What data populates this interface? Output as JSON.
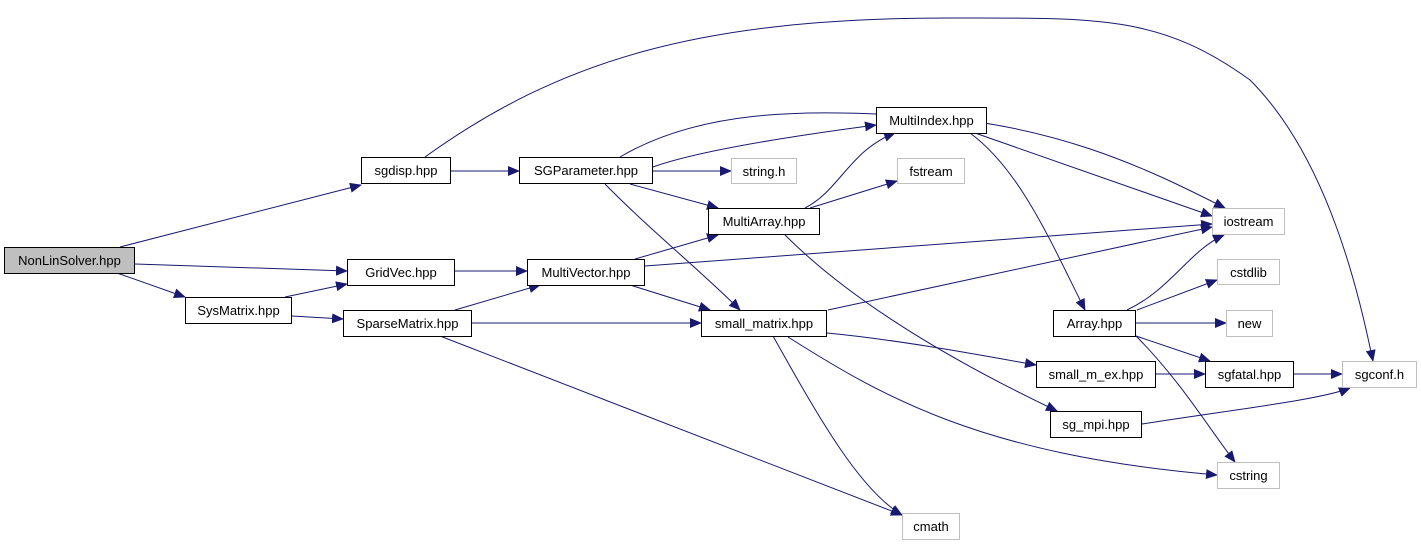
{
  "colors": {
    "edge": "#191970",
    "root_fill": "#bfbfbf",
    "external_border": "#bfbfbf"
  },
  "nodes": {
    "nonlinsolver": "NonLinSolver.hpp",
    "sgdisp": "sgdisp.hpp",
    "sgparameter": "SGParameter.hpp",
    "gridvec": "GridVec.hpp",
    "multivector": "MultiVector.hpp",
    "sysmatrix": "SysMatrix.hpp",
    "sparsematrix": "SparseMatrix.hpp",
    "multiindex": "MultiIndex.hpp",
    "string_h": "string.h",
    "fstream": "fstream",
    "multiarray": "MultiArray.hpp",
    "iostream": "iostream",
    "cstdlib": "cstdlib",
    "array": "Array.hpp",
    "new": "new",
    "small_matrix": "small_matrix.hpp",
    "small_m_ex": "small_m_ex.hpp",
    "sgfatal": "sgfatal.hpp",
    "sgconf": "sgconf.h",
    "sg_mpi": "sg_mpi.hpp",
    "cstring": "cstring",
    "cmath": "cmath"
  },
  "edges": [
    [
      "NonLinSolver.hpp",
      "sgdisp.hpp"
    ],
    [
      "NonLinSolver.hpp",
      "GridVec.hpp"
    ],
    [
      "NonLinSolver.hpp",
      "SysMatrix.hpp"
    ],
    [
      "SysMatrix.hpp",
      "GridVec.hpp"
    ],
    [
      "SysMatrix.hpp",
      "SparseMatrix.hpp"
    ],
    [
      "sgdisp.hpp",
      "SGParameter.hpp"
    ],
    [
      "sgdisp.hpp",
      "sgconf.h"
    ],
    [
      "SGParameter.hpp",
      "MultiIndex.hpp"
    ],
    [
      "SGParameter.hpp",
      "iostream"
    ],
    [
      "SGParameter.hpp",
      "string.h"
    ],
    [
      "SGParameter.hpp",
      "MultiArray.hpp"
    ],
    [
      "SGParameter.hpp",
      "small_matrix.hpp"
    ],
    [
      "MultiArray.hpp",
      "MultiIndex.hpp"
    ],
    [
      "MultiArray.hpp",
      "fstream"
    ],
    [
      "MultiArray.hpp",
      "sg_mpi.hpp"
    ],
    [
      "MultiIndex.hpp",
      "iostream"
    ],
    [
      "MultiIndex.hpp",
      "Array.hpp"
    ],
    [
      "GridVec.hpp",
      "MultiVector.hpp"
    ],
    [
      "MultiVector.hpp",
      "MultiArray.hpp"
    ],
    [
      "MultiVector.hpp",
      "iostream"
    ],
    [
      "MultiVector.hpp",
      "small_matrix.hpp"
    ],
    [
      "SparseMatrix.hpp",
      "MultiVector.hpp"
    ],
    [
      "SparseMatrix.hpp",
      "small_matrix.hpp"
    ],
    [
      "SparseMatrix.hpp",
      "cmath"
    ],
    [
      "small_matrix.hpp",
      "iostream"
    ],
    [
      "small_matrix.hpp",
      "small_m_ex.hpp"
    ],
    [
      "small_matrix.hpp",
      "cstring"
    ],
    [
      "small_matrix.hpp",
      "cmath"
    ],
    [
      "Array.hpp",
      "iostream"
    ],
    [
      "Array.hpp",
      "cstdlib"
    ],
    [
      "Array.hpp",
      "new"
    ],
    [
      "Array.hpp",
      "sgfatal.hpp"
    ],
    [
      "Array.hpp",
      "cstring"
    ],
    [
      "small_m_ex.hpp",
      "sgfatal.hpp"
    ],
    [
      "sgfatal.hpp",
      "sgconf.h"
    ],
    [
      "sg_mpi.hpp",
      "sgconf.h"
    ]
  ]
}
